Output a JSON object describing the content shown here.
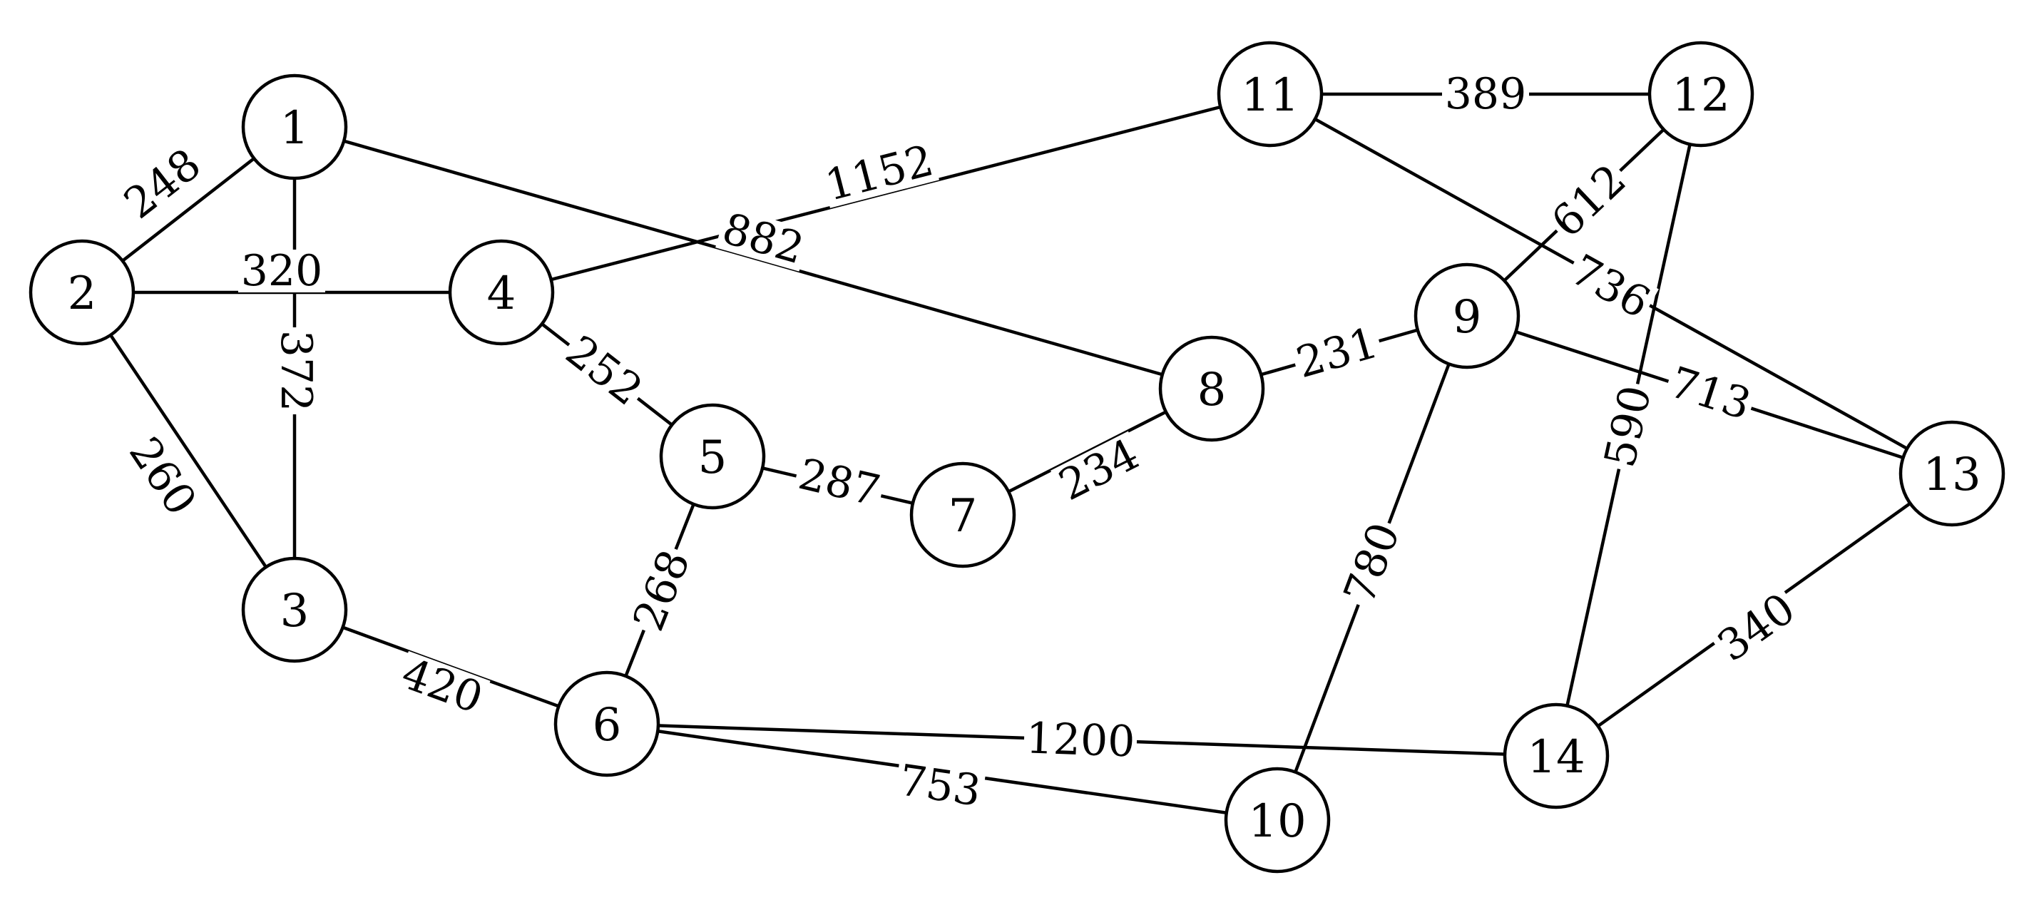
{
  "graph": {
    "nodes": [
      "1",
      "2",
      "3",
      "4",
      "5",
      "6",
      "7",
      "8",
      "9",
      "10",
      "11",
      "12",
      "13",
      "14"
    ],
    "edges": [
      {
        "from": "1",
        "to": "2",
        "weight": "248"
      },
      {
        "from": "1",
        "to": "3",
        "weight": "372"
      },
      {
        "from": "1",
        "to": "8",
        "weight": "882"
      },
      {
        "from": "2",
        "to": "4",
        "weight": "320"
      },
      {
        "from": "2",
        "to": "3",
        "weight": "260"
      },
      {
        "from": "3",
        "to": "6",
        "weight": "420"
      },
      {
        "from": "4",
        "to": "5",
        "weight": "252"
      },
      {
        "from": "4",
        "to": "11",
        "weight": "1152"
      },
      {
        "from": "5",
        "to": "7",
        "weight": "287"
      },
      {
        "from": "5",
        "to": "6",
        "weight": "268"
      },
      {
        "from": "7",
        "to": "8",
        "weight": "234"
      },
      {
        "from": "8",
        "to": "9",
        "weight": "231"
      },
      {
        "from": "9",
        "to": "12",
        "weight": "612"
      },
      {
        "from": "9",
        "to": "13",
        "weight": "713"
      },
      {
        "from": "9",
        "to": "10",
        "weight": "780"
      },
      {
        "from": "11",
        "to": "12",
        "weight": "389"
      },
      {
        "from": "11",
        "to": "13",
        "weight": "736"
      },
      {
        "from": "12",
        "to": "14",
        "weight": "590"
      },
      {
        "from": "13",
        "to": "14",
        "weight": "340"
      },
      {
        "from": "6",
        "to": "14",
        "weight": "1200"
      },
      {
        "from": "6",
        "to": "10",
        "weight": "753"
      }
    ]
  }
}
